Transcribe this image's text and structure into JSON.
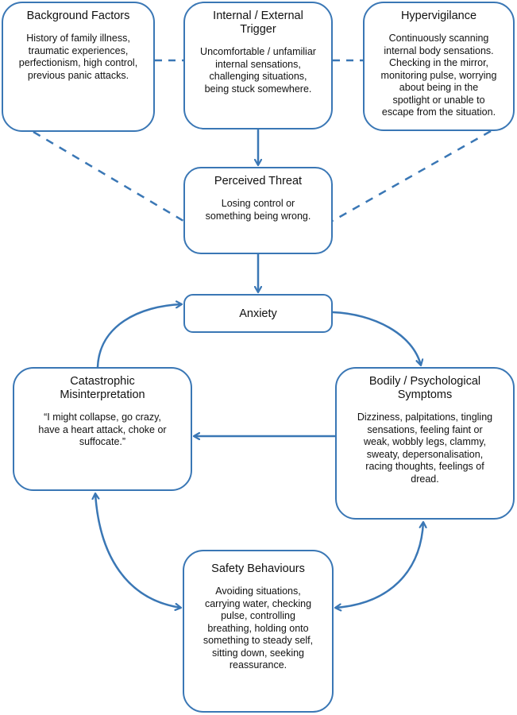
{
  "diagram": {
    "accent_color": "#3a77b5",
    "nodes": {
      "background_factors": {
        "title": "Background Factors",
        "body": "History of family illness,\ntraumatic experiences,\nperfectionism, high control,\nprevious panic attacks."
      },
      "trigger": {
        "title": "Internal / External\nTrigger",
        "body": "Uncomfortable / unfamiliar\ninternal sensations,\nchallenging situations,\nbeing stuck somewhere."
      },
      "hypervigilance": {
        "title": "Hypervigilance",
        "body": "Continuously scanning\ninternal body sensations.\nChecking in the mirror,\nmonitoring pulse, worrying\nabout being in the\nspotlight or unable to\nescape from the situation."
      },
      "perceived_threat": {
        "title": "Perceived Threat",
        "body": "Losing control or\nsomething being wrong."
      },
      "anxiety": {
        "title": "Anxiety"
      },
      "catastrophic": {
        "title": "Catastrophic\nMisinterpretation",
        "body": "“I might collapse, go crazy,\nhave a heart attack, choke or\nsuffocate.”"
      },
      "bodily": {
        "title": "Bodily / Psychological\nSymptoms",
        "body": "Dizziness, palpitations, tingling\nsensations, feeling faint or\nweak, wobbly legs, clammy,\nsweaty, depersonalisation,\nracing thoughts, feelings of\ndread."
      },
      "safety": {
        "title": "Safety Behaviours",
        "body": "Avoiding situations,\ncarrying water, checking\npulse, controlling\nbreathing, holding onto\nsomething to steady self,\nsitting down, seeking\nreassurance."
      }
    },
    "edges": [
      {
        "from": "trigger",
        "to": "perceived_threat",
        "style": "solid",
        "arrow": "end"
      },
      {
        "from": "background_factors",
        "to": "trigger",
        "style": "dashed",
        "arrow": "none"
      },
      {
        "from": "trigger",
        "to": "hypervigilance",
        "style": "dashed",
        "arrow": "none"
      },
      {
        "from": "background_factors",
        "to": "perceived_threat",
        "style": "dashed",
        "arrow": "none"
      },
      {
        "from": "hypervigilance",
        "to": "perceived_threat",
        "style": "dashed",
        "arrow": "none"
      },
      {
        "from": "perceived_threat",
        "to": "anxiety",
        "style": "solid",
        "arrow": "end"
      },
      {
        "from": "anxiety",
        "to": "bodily",
        "style": "solid",
        "arrow": "end"
      },
      {
        "from": "bodily",
        "to": "catastrophic",
        "style": "solid",
        "arrow": "end"
      },
      {
        "from": "catastrophic",
        "to": "anxiety",
        "style": "solid",
        "arrow": "end"
      },
      {
        "from": "catastrophic",
        "to": "safety",
        "style": "solid",
        "arrow": "both"
      },
      {
        "from": "bodily",
        "to": "safety",
        "style": "solid",
        "arrow": "both"
      }
    ]
  }
}
